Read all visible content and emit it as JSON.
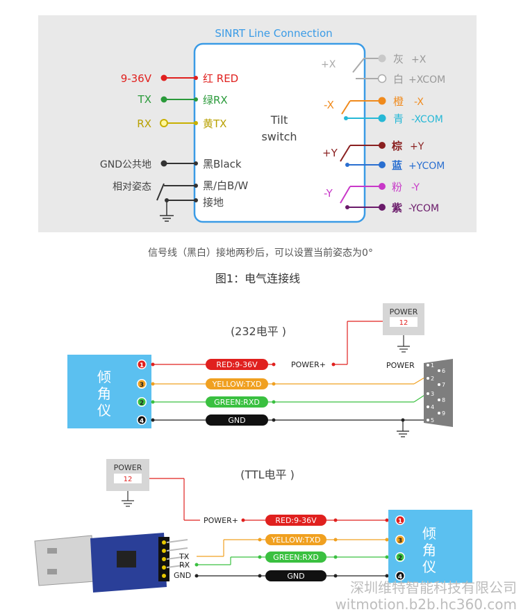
{
  "fig1": {
    "title": "SINRT Line Connection",
    "box_label_line1": "Tilt",
    "box_label_line2": "switch",
    "left_labels": {
      "power": "9-36V",
      "tx": "TX",
      "rx": "RX",
      "gnd": "GND公共地",
      "relative": "相对姿态"
    },
    "inner_left": {
      "red": "红 RED",
      "green": "绿RX",
      "yellow": "黄TX",
      "black": "黑Black",
      "bw": "黑/白B/W",
      "ground": "接地"
    },
    "switch_labels": {
      "px": "+X",
      "nx": "-X",
      "py": "+Y",
      "ny": "-Y"
    },
    "right_pins": {
      "gray": "灰",
      "gray_sig": "+X",
      "white": "白",
      "white_sig": "+XCOM",
      "orange": "橙",
      "orange_sig": "-X",
      "cyan": "青",
      "cyan_sig": "-XCOM",
      "brown": "棕",
      "brown_sig": "+Y",
      "blue": "蓝",
      "blue_sig": "+YCOM",
      "pink": "粉",
      "pink_sig": "-Y",
      "purple": "紫",
      "purple_sig": "-YCOM"
    },
    "note": "信号线（黑白）接地两秒后，可以设置当前姿态为0°",
    "caption": "图1：电气连接线"
  },
  "rs232": {
    "title": "(232电平 )",
    "power_box_label": "POWER",
    "power_box_value": "12",
    "device_label": "倾\n角\n仪",
    "device_char1": "倾",
    "device_char2": "角",
    "device_char3": "仪",
    "pins": [
      "1",
      "3",
      "2",
      "4"
    ],
    "wire_red": "RED:9-36V",
    "wire_yellow": "YELLOW:TXD",
    "wire_green": "GREEN:RXD",
    "wire_gnd": "GND",
    "power_plus": "POWER+",
    "db9_power": "POWER",
    "db9_pins": [
      "1",
      "2",
      "3",
      "4",
      "5",
      "6",
      "7",
      "8",
      "9"
    ]
  },
  "ttl": {
    "title": "(TTL电平 )",
    "power_box_label": "POWER",
    "power_box_value": "12",
    "power_plus": "POWER+",
    "wire_red": "RED:9-36V",
    "wire_yellow": "YELLOW:TXD",
    "wire_green": "GREEN:RXD",
    "wire_gnd": "GND",
    "usb_tx": "TX",
    "usb_rx": "RX",
    "usb_gnd": "GND",
    "device_char1": "倾",
    "device_char2": "角",
    "device_char3": "仪",
    "pins": [
      "1",
      "3",
      "2",
      "4"
    ]
  },
  "watermark": {
    "line1": "深圳维特智能科技有限公司",
    "line2": "witmotion.b2b.hc360.com"
  },
  "colors": {
    "red": "#e0201e",
    "green": "#2a9a3a",
    "yellow": "#e8c800",
    "orange": "#f08a1c",
    "cyan": "#26b8d6",
    "brown": "#8a2020",
    "blue": "#2a6fd0",
    "pink": "#c838c8",
    "purple": "#6a1a6a",
    "device_blue": "#5bc0f0",
    "panel": "#e9e9e9"
  }
}
